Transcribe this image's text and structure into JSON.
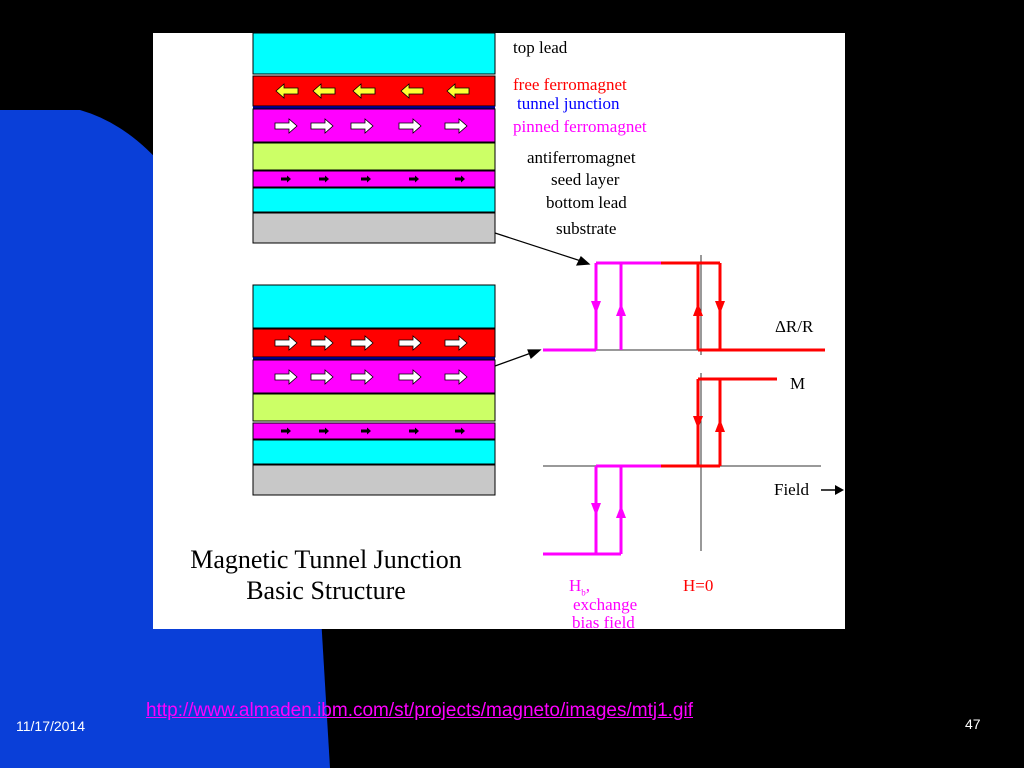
{
  "colors": {
    "background": "#000000",
    "left_panel": "#0a3fd8",
    "cyan_lead": "#00ffff",
    "free_layer": "#ff0000",
    "pinned_layer": "#ff00ff",
    "afm_layer": "#ccff66",
    "substrate": "#c8c8c8",
    "label_red": "#ff0000",
    "label_blue": "#0000ff",
    "label_magenta": "#ff00ff",
    "url_color": "#ff00ff"
  },
  "diagram": {
    "layer_labels": {
      "top_lead": "top lead",
      "free_ferromagnet": "free ferromagnet",
      "tunnel_junction": "tunnel junction",
      "pinned_ferromagnet": "pinned ferromagnet",
      "antiferromagnet": "antiferromagnet",
      "seed_layer": "seed layer",
      "bottom_lead": "bottom lead",
      "substrate": "substrate"
    },
    "title_line1": "Magnetic Tunnel Junction",
    "title_line2": "Basic Structure",
    "graph_labels": {
      "delta_r": "ΔR/R",
      "m": "M",
      "field": "Field",
      "hb_main": "H",
      "hb_sub": "b",
      "hb_rest": ",",
      "exchange": "exchange",
      "bias_field": "bias field",
      "h0": "H=0"
    },
    "icons": {
      "arrow_left": "left-arrow-icon",
      "arrow_right": "right-arrow-icon",
      "small_arrow": "small-right-arrow-icon"
    }
  },
  "footer": {
    "date": "11/17/2014",
    "url": "http://www.almaden.ibm.com/st/projects/magneto/images/mtj1.gif",
    "page": "47"
  }
}
